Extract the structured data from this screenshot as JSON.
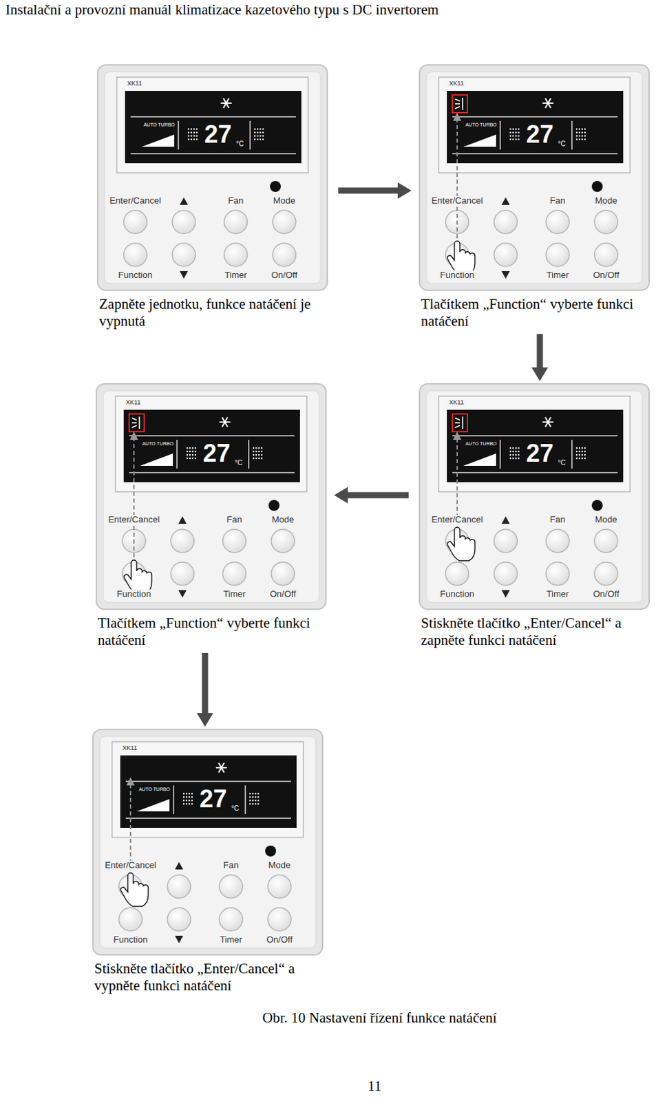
{
  "diagram": {
    "title": "Instalační a provozní manuál klimatizace kazetového typu s DC invertorem",
    "caption": "Obr. 10 Nastavení řízení funkce natáčení",
    "nodes": [
      {
        "text": [
          "XK11",
          "AUTO TURBO",
          "27",
          "°C",
          "Enter/Cancel",
          "Fan",
          "Mode",
          "Function",
          "Timer",
          "On/Off",
          "Zapněte jednotku, funkce natáčení je vypnutá"
        ]
      },
      {
        "text": [
          "XK11",
          "AUTO TURBO",
          "27",
          "°C",
          "Enter/Cancel",
          "Fan",
          "Mode",
          "Function",
          "Timer",
          "On/Off",
          "Tlačítkem „Function“ vyberte funkci natáčení"
        ]
      },
      {
        "text": [
          "XK11",
          "AUTO TURBO",
          "27",
          "°C",
          "Enter/Cancel",
          "Fan",
          "Mode",
          "Function",
          "Timer",
          "On/Off",
          "Tlačítkem „Function“ vyberte funkci natáčení"
        ]
      },
      {
        "text": [
          "XK11",
          "AUTO TURBO",
          "27",
          "°C",
          "Enter/Cancel",
          "Fan",
          "Mode",
          "Function",
          "Timer",
          "On/Off",
          "Stiskněte tlačítko „Enter/Cancel“ a zapněte funkci natáčení"
        ]
      },
      {
        "text": [
          "XK11",
          "AUTO TURBO",
          "27",
          "°C",
          "Enter/Cancel",
          "Fan",
          "Mode",
          "Function",
          "Timer",
          "On/Off",
          "Stiskněte tlačítko „Enter/Cancel“ a vypněte funkci natáčení"
        ]
      }
    ],
    "edges": [
      {
        "from": 0,
        "to": 1,
        "arrow": "to"
      },
      {
        "from": 1,
        "to": 3,
        "arrow": "to"
      },
      {
        "from": 3,
        "to": 2,
        "arrow": "to"
      },
      {
        "from": 2,
        "to": 4,
        "arrow": "to"
      }
    ],
    "labels": [
      "11"
    ]
  }
}
